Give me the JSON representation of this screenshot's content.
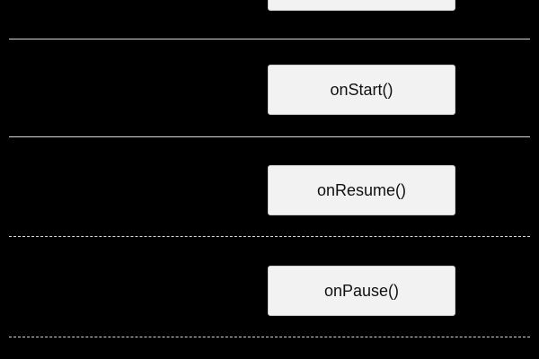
{
  "diagram": {
    "methods": [
      {
        "label": ""
      },
      {
        "label": "onStart()"
      },
      {
        "label": "onResume()"
      },
      {
        "label": "onPause()"
      }
    ],
    "separators": [
      {
        "style": "solid"
      },
      {
        "style": "solid"
      },
      {
        "style": "dashed"
      },
      {
        "style": "dashed"
      }
    ],
    "colors": {
      "background": "#000000",
      "box_fill": "#f2f2f2",
      "box_border": "#cfcfcf",
      "line": "#d9d9d9",
      "connector": "#ffffff",
      "text": "#111111"
    }
  }
}
